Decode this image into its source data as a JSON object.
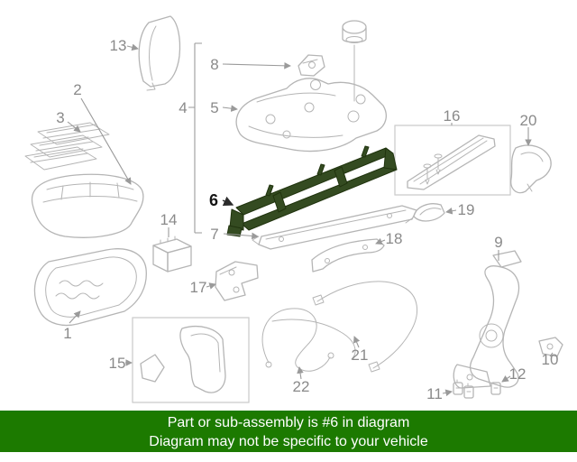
{
  "colors_css": {
    "page-bg": "#ffffff",
    "part-line": "#b5b5b5",
    "box-line": "#c9c9c9",
    "leader": "#9a9a9a",
    "label": "#8a8a8a",
    "highlight": "#344b21",
    "highlight-stroke": "#20330e",
    "banner-bg": "#1c7a00",
    "banner-text": "#ffffff"
  },
  "diagram": {
    "highlighted_part": "6",
    "labels": {
      "1": "1",
      "2": "2",
      "3": "3",
      "4": "4",
      "5": "5",
      "6": "6",
      "7": "7",
      "8": "8",
      "9": "9",
      "10": "10",
      "11": "11",
      "12": "12",
      "13": "13",
      "14": "14",
      "15": "15",
      "16": "16",
      "17": "17",
      "18": "18",
      "19": "19",
      "20": "20",
      "21": "21",
      "22": "22"
    }
  },
  "banner": {
    "line1": "Part or sub-assembly is #6 in diagram",
    "line2": "Diagram may not be specific to your vehicle"
  }
}
